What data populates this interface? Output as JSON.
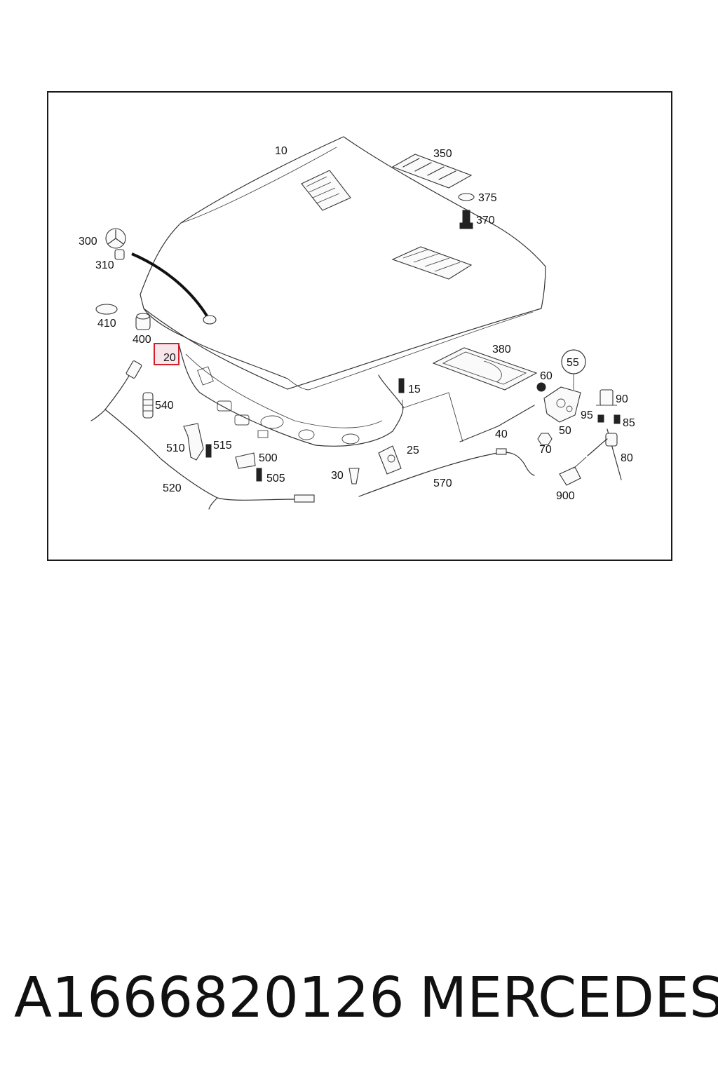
{
  "diagram": {
    "highlighted_part": "20",
    "callouts": [
      "10",
      "350",
      "375",
      "370",
      "300",
      "310",
      "410",
      "400",
      "20",
      "380",
      "55",
      "60",
      "90",
      "95",
      "85",
      "15",
      "540",
      "40",
      "50",
      "70",
      "510",
      "515",
      "500",
      "505",
      "25",
      "30",
      "570",
      "520",
      "80",
      "900"
    ]
  },
  "footer": {
    "part_number": "A1666820126",
    "brand": "MERCEDES"
  },
  "colors": {
    "highlight_border": "#d21f2a",
    "highlight_fill": "#f9e6ea",
    "line": "#333333"
  }
}
